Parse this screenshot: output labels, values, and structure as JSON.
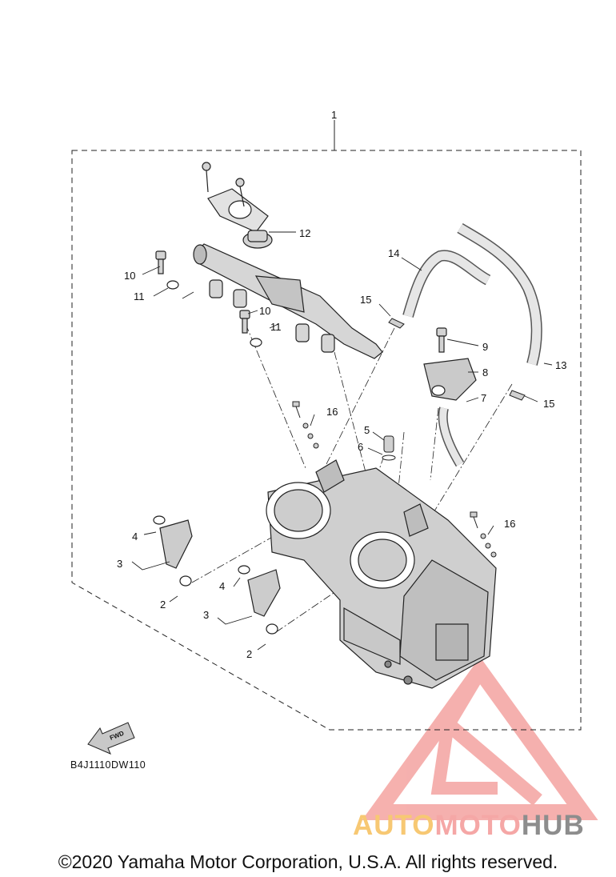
{
  "diagram": {
    "callouts": {
      "c1": "1",
      "c12": "12",
      "c14": "14",
      "c10a": "10",
      "c11a": "11",
      "c10b": "10",
      "c11b": "11",
      "c15a": "15",
      "c9": "9",
      "c8": "8",
      "c13": "13",
      "c15b": "15",
      "c16a": "16",
      "c7": "7",
      "c5": "5",
      "c6": "6",
      "c16b": "16",
      "c4a": "4",
      "c3a": "3",
      "c2a": "2",
      "c4b": "4",
      "c3b": "3",
      "c2b": "2"
    },
    "fwd_label": "FWD",
    "diagram_code": "B4J1110DW110"
  },
  "watermark": {
    "part1": "AUTO",
    "part2": "MOTO",
    "part3": "HUB",
    "colors": {
      "auto": "#f7c873",
      "moto": "#f5a7a6",
      "hub": "#8d8d8d",
      "logo": "#f4a3a0"
    }
  },
  "copyright": "©2020 Yamaha Motor Corporation, U.S.A. All rights reserved."
}
